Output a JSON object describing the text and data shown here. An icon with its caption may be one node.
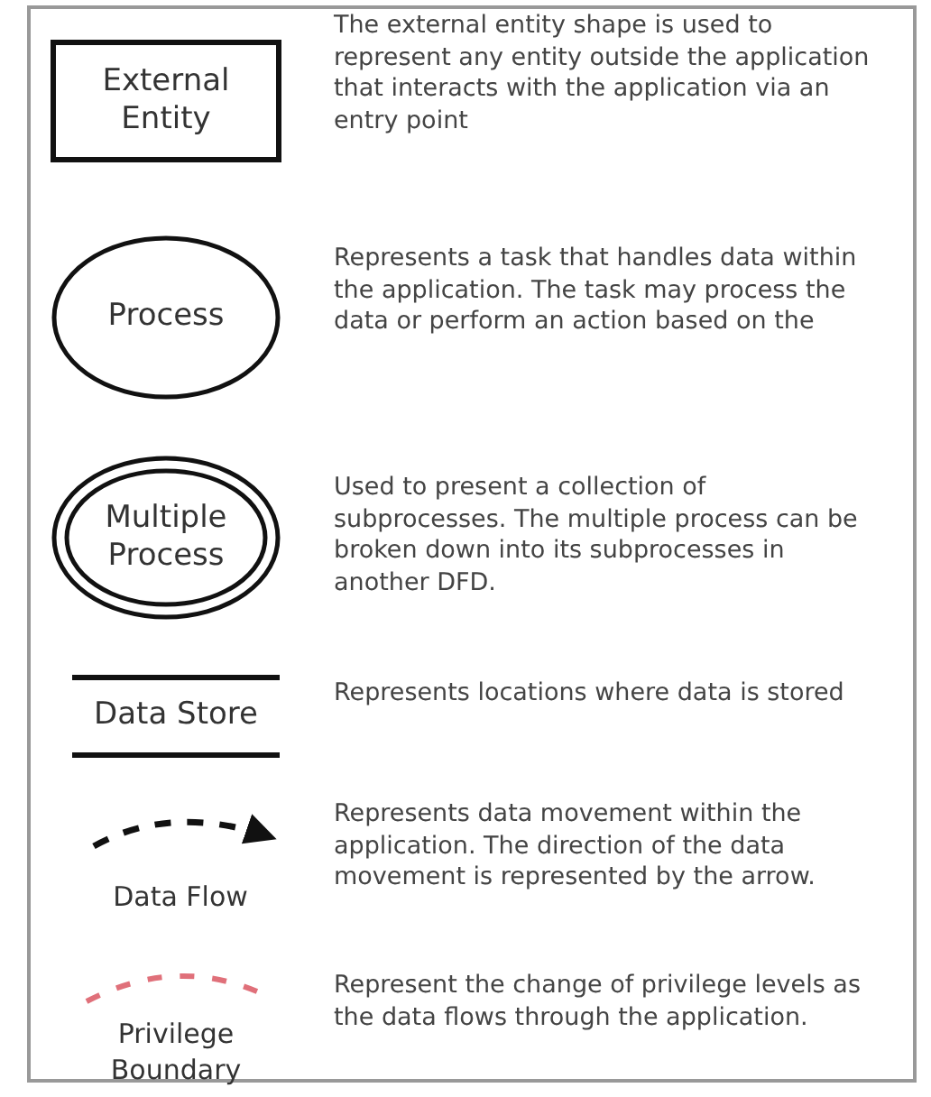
{
  "diagram": {
    "nodes": [
      {
        "text": [
          "External Entity"
        ],
        "beside": [
          "The external entity shape is used to represent any entity outside the application that interacts with the application via an entry point"
        ]
      },
      {
        "text": [
          "Process"
        ],
        "beside": [
          "Represents a task that handles data within the application. The task may process the data or perform an action based on the"
        ]
      },
      {
        "text": [
          "Multiple Process"
        ],
        "beside": [
          "Used to present a collection of subprocesses. The multiple process can be broken down into its subprocesses in another DFD."
        ]
      },
      {
        "text": [
          "Data Store"
        ],
        "beside": [
          "Represents locations where data is stored"
        ]
      }
    ],
    "labels": [
      "Data Flow",
      "Represents data movement within the application. The direction of the data movement is represented by the arrow.",
      "Privilege Boundary",
      "Represent the change of privilege levels as the data flows through the application."
    ]
  }
}
